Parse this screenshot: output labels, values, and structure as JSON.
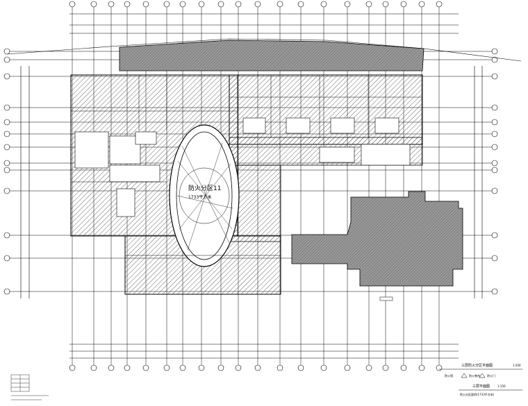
{
  "zone": {
    "name": "防火分区11",
    "area": "1733平方米"
  },
  "title_block": {
    "title": "三层防火分区平面图",
    "scale": "1:200",
    "subtitle": "三层平面图",
    "subtitle_scale": "1:150",
    "note": "防火分区面积(1733平方米)",
    "legend_items": [
      "防火墙",
      "防火卷帘",
      "防火门"
    ]
  },
  "colors": {
    "line": "#000000",
    "hatch": "#555555",
    "fill_dark": "#8c8c8c"
  }
}
